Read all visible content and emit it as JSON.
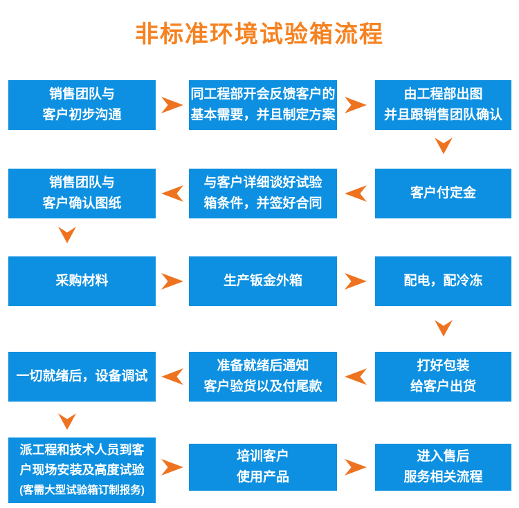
{
  "title": "非标准环境试验箱流程",
  "colors": {
    "box_blue": "#0d90e1",
    "arrow_orange": "#ee7320",
    "title_orange": "#f58220",
    "box_text": "#ffffff",
    "background": "#ffffff"
  },
  "boxes": {
    "b1": {
      "lines": [
        "销售团队与",
        "客户初步沟通"
      ]
    },
    "b2": {
      "lines": [
        "同工程部开会反馈客户的",
        "基本需要，并且制定方案"
      ]
    },
    "b3": {
      "lines": [
        "由工程部出图",
        "并且跟销售团队确认"
      ]
    },
    "b4": {
      "lines": [
        "销售团队与",
        "客户确认图纸"
      ]
    },
    "b5": {
      "lines": [
        "与客户详细谈好试验",
        "箱条件，并签好合同"
      ]
    },
    "b6": {
      "lines": [
        "客户付定金"
      ]
    },
    "b7": {
      "lines": [
        "采购材料"
      ]
    },
    "b8": {
      "lines": [
        "生产钣金外箱"
      ]
    },
    "b9": {
      "lines": [
        "配电，配冷冻"
      ]
    },
    "b10": {
      "lines": [
        "一切就绪后，设备调试"
      ]
    },
    "b11": {
      "lines": [
        "准备就绪后通知",
        "客户验货以及付尾款"
      ]
    },
    "b12": {
      "lines": [
        "打好包装",
        "给客户出货"
      ]
    },
    "b13": {
      "lines": [
        "派工程和技术人员到客",
        "户现场安装及高度试验",
        "(客需大型试验箱订制报务)"
      ]
    },
    "b14": {
      "lines": [
        "培训客户",
        "使用产品"
      ]
    },
    "b15": {
      "lines": [
        "进入售后",
        "服务相关流程"
      ]
    }
  }
}
